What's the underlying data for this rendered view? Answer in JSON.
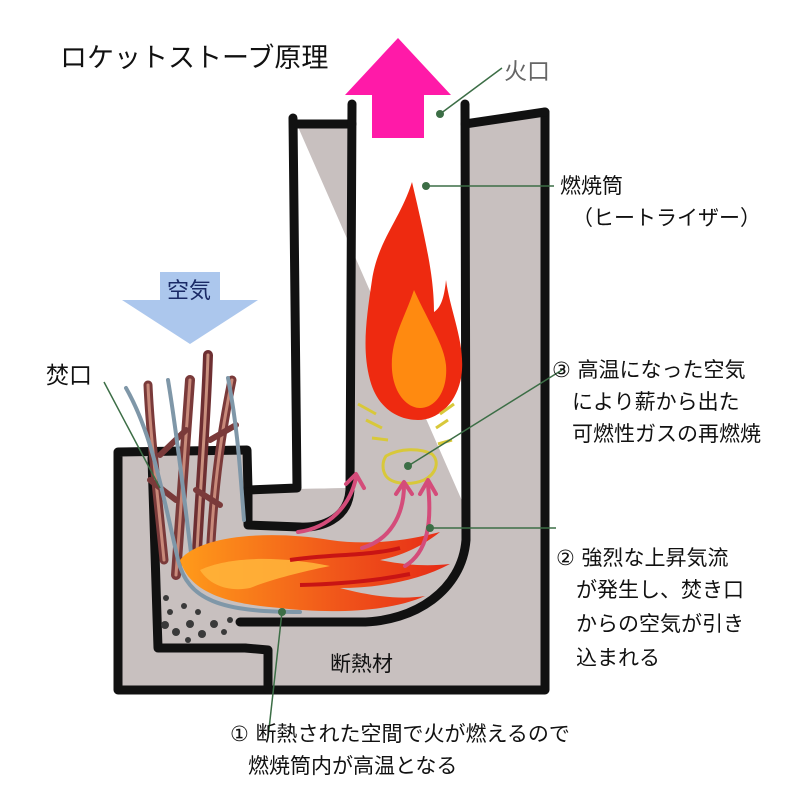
{
  "title": "ロケットストーブ原理",
  "labels": {
    "outlet": "火口",
    "air": "空気",
    "feed": "焚口",
    "chamber_line1": "燃焼筒",
    "chamber_line2": "（ヒートライザー）",
    "insulation": "断熱材",
    "note3_line1": "③ 高温になった空気",
    "note3_line2": "により薪から出た",
    "note3_line3": "可燃性ガスの再燃焼",
    "note2_line1": "② 強烈な上昇気流",
    "note2_line2": "が発生し、焚き口",
    "note2_line3": "からの空気が引き",
    "note2_line4": "込まれる",
    "note1_line1": "① 断熱された空間で火が燃えるので",
    "note1_line2": "燃焼筒内が高温となる"
  },
  "colors": {
    "insulation": "#c8c0bf",
    "outline": "#111111",
    "outlet_arrow": "#ff1aa8",
    "air_arrow": "#a8c4ec",
    "airflow": "#d44c7a",
    "leader": "#3c6e46",
    "gas": "#d8c83a",
    "flame_outer": "#ee2a10",
    "flame_inner": "#ff8a10"
  }
}
